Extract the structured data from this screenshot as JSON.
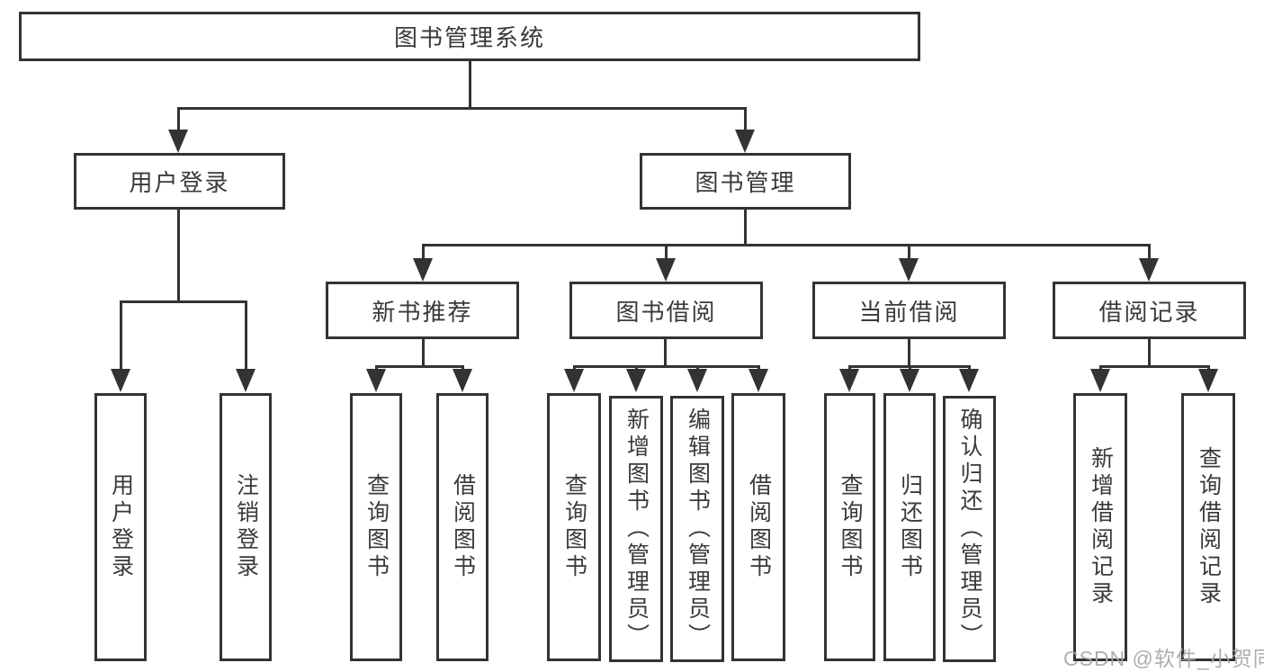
{
  "diagram": {
    "root": {
      "label": "图书管理系统"
    },
    "level2": [
      {
        "label": "用户登录"
      },
      {
        "label": "图书管理"
      }
    ],
    "level3": [
      {
        "label": "新书推荐"
      },
      {
        "label": "图书借阅"
      },
      {
        "label": "当前借阅"
      },
      {
        "label": "借阅记录"
      }
    ],
    "leaves": {
      "user_login": [
        "用户登录",
        "注销登录"
      ],
      "new_book": [
        "查询图书",
        "借阅图书"
      ],
      "borrow": [
        "查询图书",
        "新增图书（管理员）",
        "编辑图书（管理员）",
        "借阅图书"
      ],
      "current": [
        "查询图书",
        "归还图书",
        "确认归还（管理员）"
      ],
      "records": [
        "新增借阅记录",
        "查询借阅记录"
      ]
    }
  },
  "watermark": "CSDN @软件_小贺同学",
  "colors": {
    "line": "#333333",
    "text": "#3a3a3a",
    "background": "#ffffff",
    "watermark": "#a5a5a5"
  }
}
